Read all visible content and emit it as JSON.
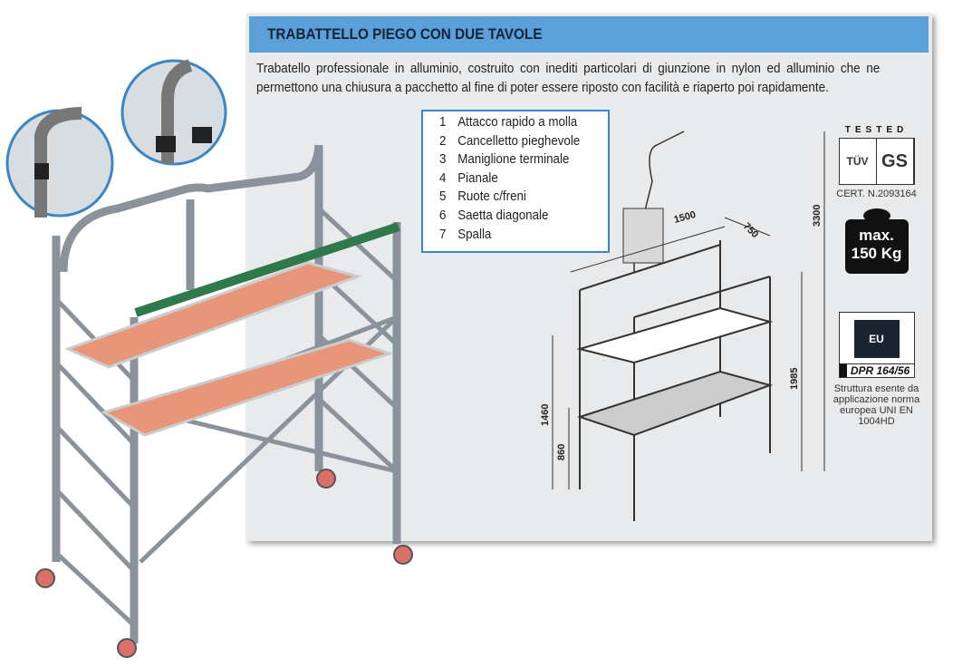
{
  "title": "TRABATTELLO PIEGO CON DUE TAVOLE",
  "description": "Trabatello professionale in alluminio, costruito con inediti particolari di giunzione in nylon ed alluminio che ne permettono una chiusura a pacchetto al fine di poter essere riposto con facilità e riaperto poi rapidamente.",
  "legend": [
    {
      "n": "1",
      "label": "Attacco rapido a molla"
    },
    {
      "n": "2",
      "label": "Cancelletto pieghevole"
    },
    {
      "n": "3",
      "label": "Maniglione terminale"
    },
    {
      "n": "4",
      "label": "Pianale"
    },
    {
      "n": "5",
      "label": "Ruote c/freni"
    },
    {
      "n": "6",
      "label": "Saetta diagonale"
    },
    {
      "n": "7",
      "label": "Spalla"
    }
  ],
  "dimensions": {
    "length": "1500",
    "width": "750",
    "height": "3300",
    "platform": "1985",
    "mid": "1460",
    "low": "860"
  },
  "badges": {
    "tested": "TESTED",
    "cert": "CERT. N.2093164",
    "gs": "GS",
    "tuv": "TÜV",
    "weight": "max. 150 Kg",
    "eu": "EU",
    "dpr": "DPR 164/56",
    "note": "Struttura esente da applicazione norma europea UNI EN 1004HD"
  },
  "colors": {
    "header": "#5ba0d8",
    "legend_border": "#3c86c4",
    "platform": "#e8967a",
    "handrail": "#2f7a4a"
  }
}
